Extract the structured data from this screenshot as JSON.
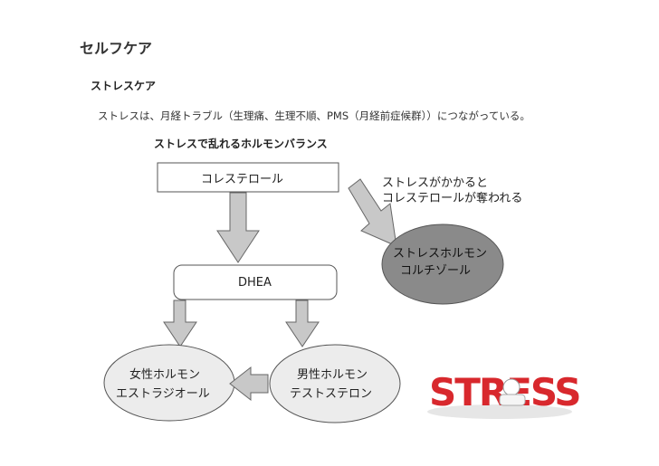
{
  "page": {
    "title": "セルフケア",
    "section_title": "ストレスケア",
    "body_text": "ストレスは、月経トラブル（生理痛、生理不順、PMS（月経前症候群））につながっている。",
    "diagram_title": "ストレスで乱れるホルモンバランス"
  },
  "diagram": {
    "cholesterol_label": "コレステロール",
    "dhea_label": "DHEA",
    "note_line1": "ストレスがかかると",
    "note_line2": "コレステロールが奪われる",
    "stress_hormone_line1": "ストレスホルモン",
    "stress_hormone_line2": "コルチゾール",
    "female_hormone_line1": "女性ホルモン",
    "female_hormone_line2": "エストラジオール",
    "male_hormone_line1": "男性ホルモン",
    "male_hormone_line2": "テストステロン",
    "stress_image_text": "STRESS"
  },
  "colors": {
    "arrow_fill": "#c8c8c8",
    "ellipse_light": "#ececec",
    "ellipse_dark": "#8a8a8a",
    "stress_red": "#d8282d"
  }
}
